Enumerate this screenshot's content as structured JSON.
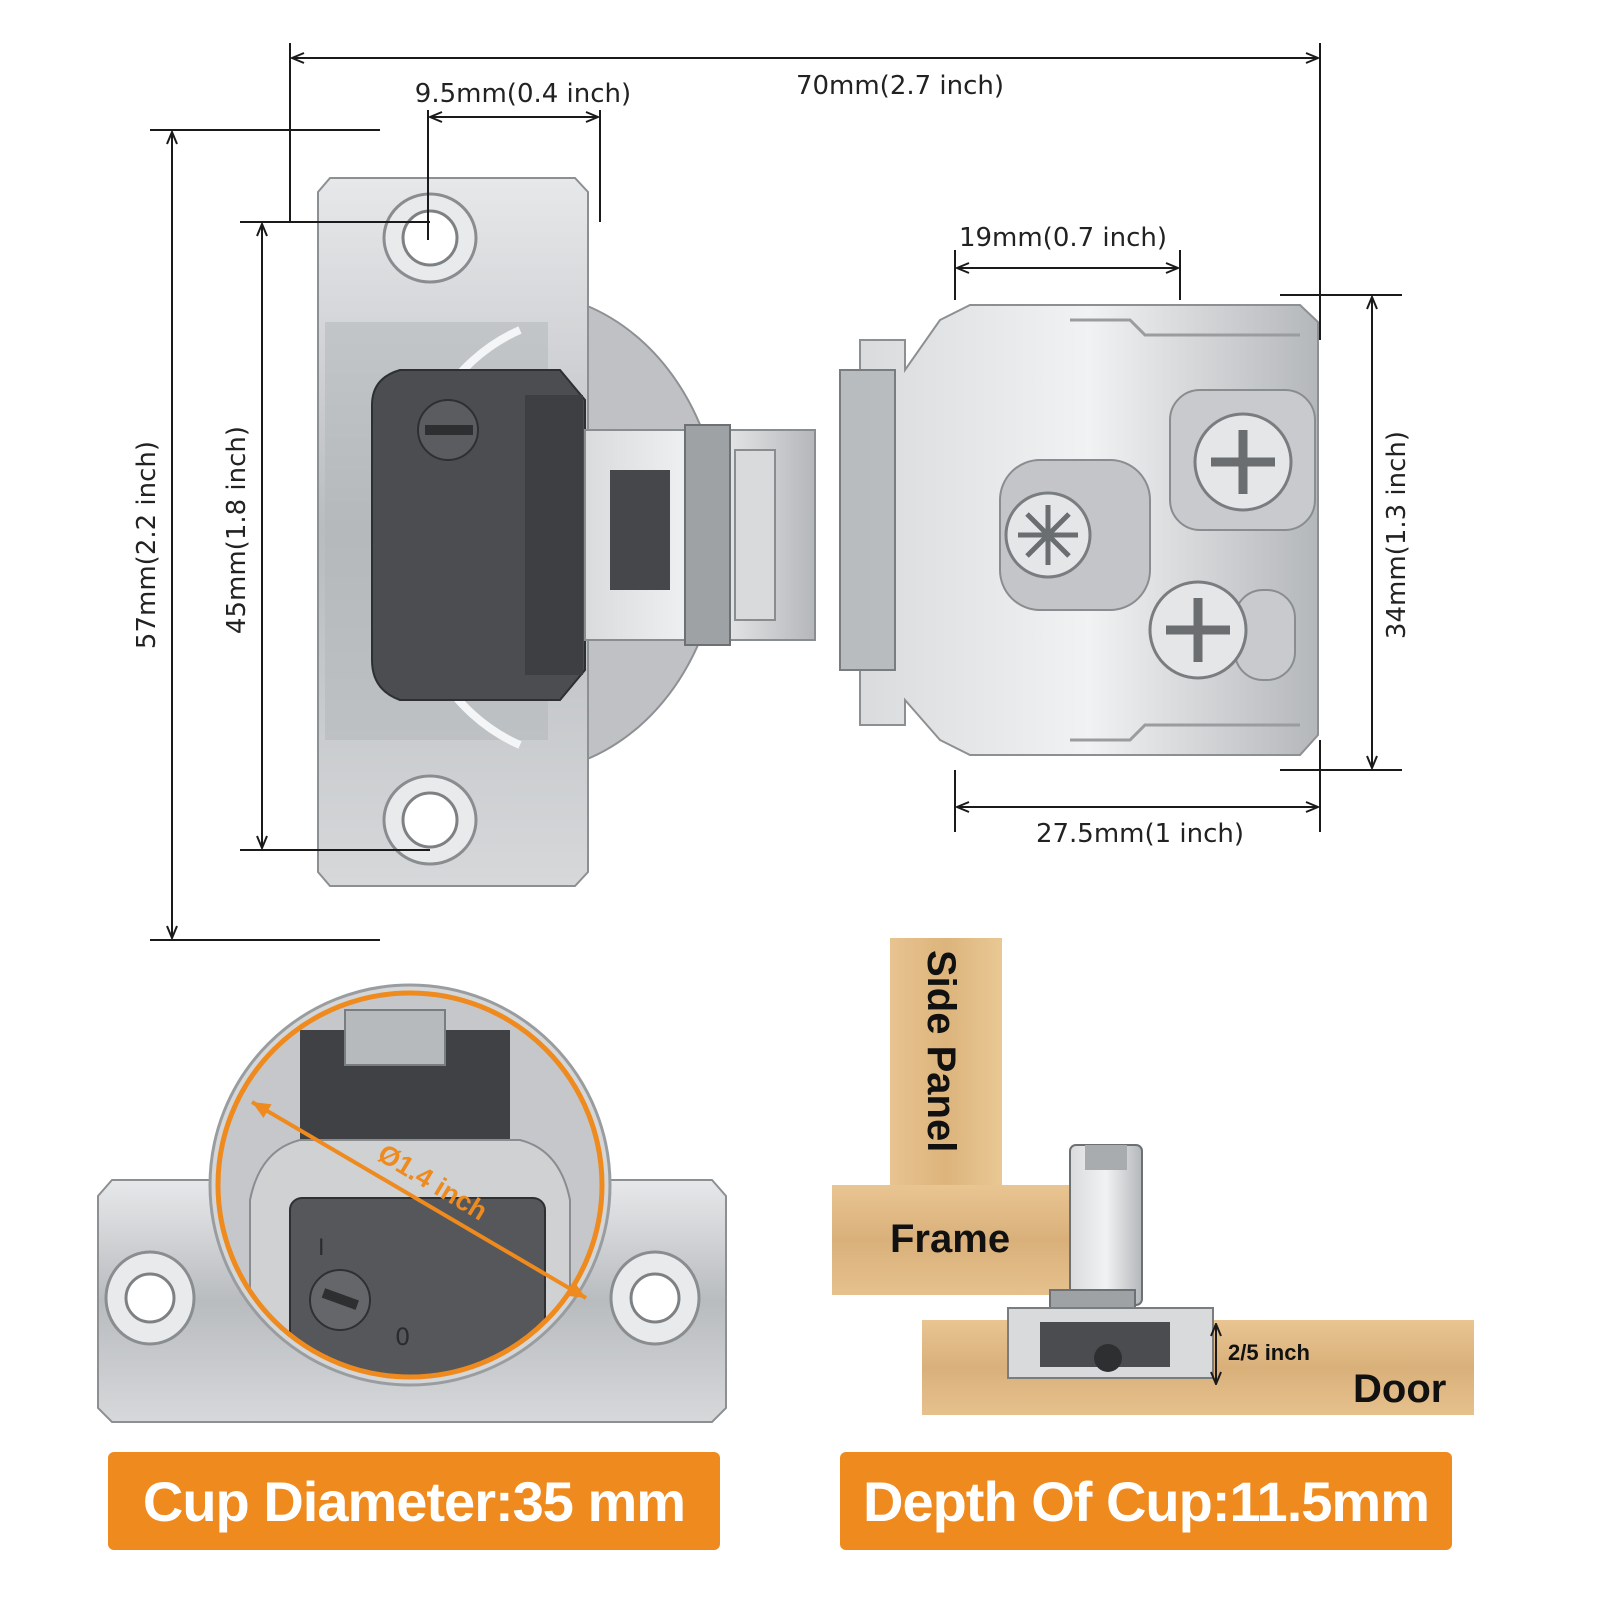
{
  "dimensions": {
    "overall_width": "70mm(2.7 inch)",
    "hole_offset": "9.5mm(0.4 inch)",
    "plate_height": "57mm(2.2 inch)",
    "hole_spacing": "45mm(1.8 inch)",
    "arm_top_width": "19mm(0.7 inch)",
    "arm_height": "34mm(1.3 inch)",
    "arm_bottom_width": "27.5mm(1 inch)"
  },
  "cup_callout": {
    "diameter_label": "Ø1.4 inch"
  },
  "install_diagram": {
    "side_panel": "Side Panel",
    "frame": "Frame",
    "door": "Door",
    "depth_note": "2/5 inch"
  },
  "knob_marks": {
    "top": "I",
    "bottom": "0"
  },
  "badges": {
    "cup_diameter": "Cup Diameter:35 mm",
    "cup_depth": "Depth Of Cup:11.5mm"
  },
  "colors": {
    "accent": "#EE8A1E",
    "line": "#1a1a1a",
    "metal": "#c9cbcd",
    "wood": "#e2bb86",
    "dark": "#4a4c4f"
  }
}
